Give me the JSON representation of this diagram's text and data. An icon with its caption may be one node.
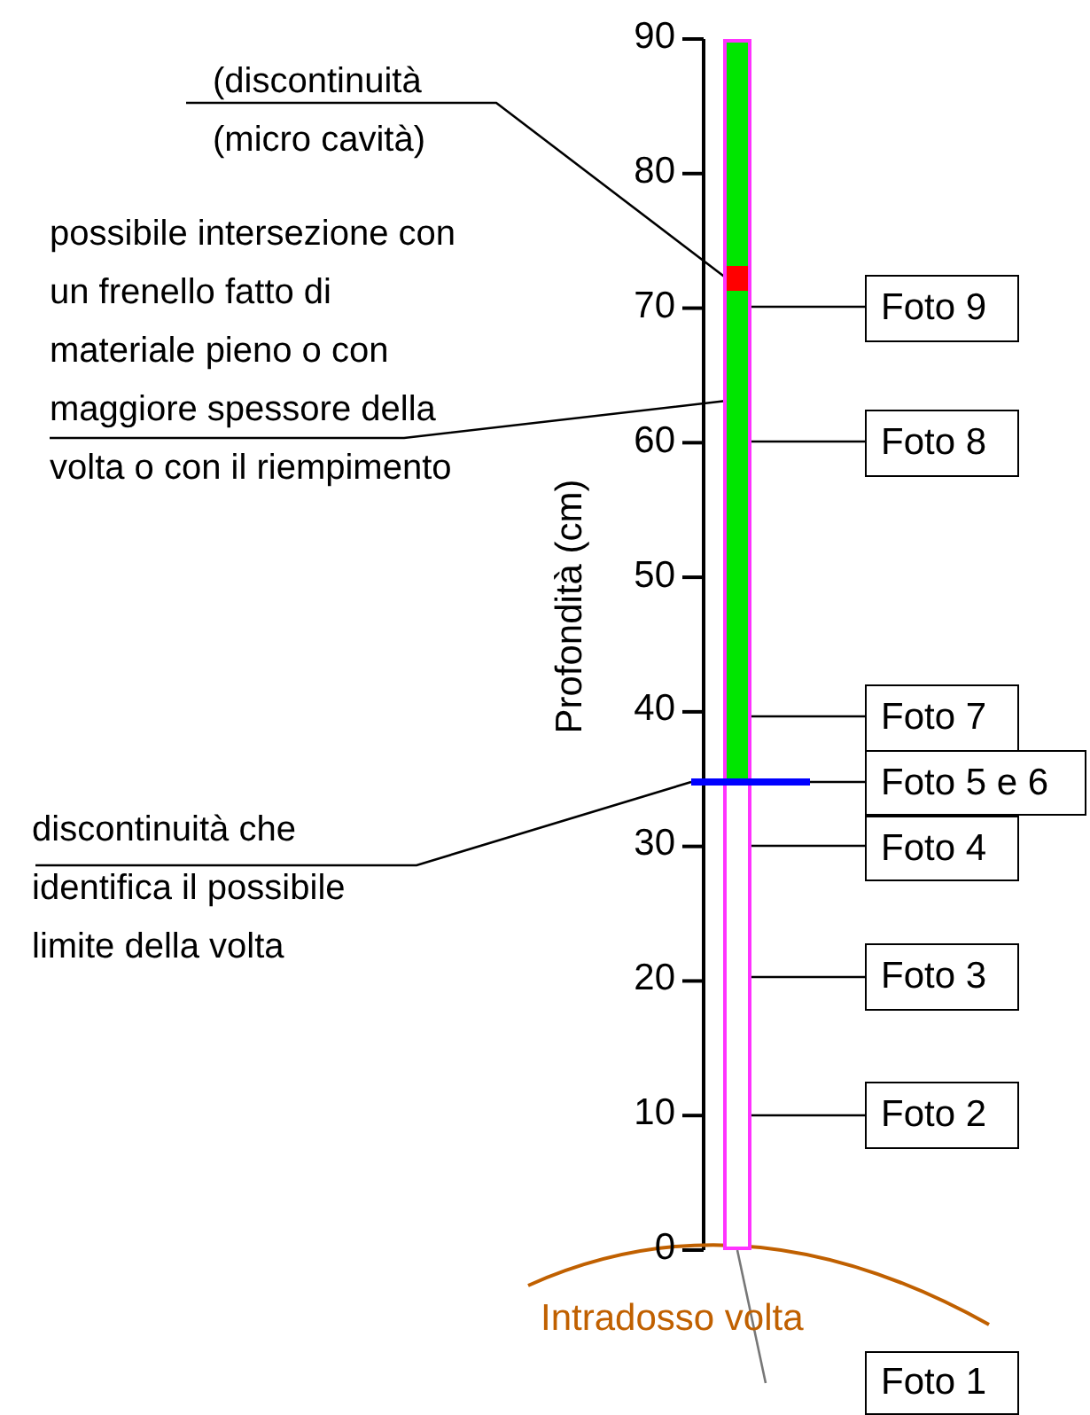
{
  "diagram": {
    "nodes": [
      {
        "text": [
          "(discontinuità (micro cavità)"
        ]
      },
      {
        "text": [
          "possibile intersezione con un frenello fatto di materiale pieno o con maggiore spessore della volta o con il riempimento"
        ]
      },
      {
        "text": [
          "discontinuità che identifica il possibile limite della volta"
        ]
      },
      {
        "text": [],
        "shape": "bar"
      },
      {
        "text": [],
        "shape": "bar",
        "in": 3
      },
      {
        "text": [],
        "shape": "bar",
        "in": 4
      },
      {
        "text": [],
        "shape": "bar"
      },
      {
        "text": [
          "Foto 9"
        ]
      },
      {
        "text": [
          "Foto 8"
        ]
      },
      {
        "text": [
          "Foto 7"
        ]
      },
      {
        "text": [
          "Foto 5 e 6"
        ]
      },
      {
        "text": [
          "Foto 4"
        ]
      },
      {
        "text": [
          "Foto 3"
        ]
      },
      {
        "text": [
          "Foto 2"
        ]
      },
      {
        "text": [
          "Foto 1"
        ]
      }
    ],
    "edges": [
      {
        "from": 0,
        "to": 5,
        "arrow": "none"
      },
      {
        "from": 1,
        "to": 4,
        "arrow": "none"
      },
      {
        "from": 2,
        "to": 6,
        "arrow": "none"
      },
      {
        "from": 4,
        "to": 7,
        "arrow": "none"
      },
      {
        "from": 4,
        "to": 8,
        "arrow": "none"
      },
      {
        "from": 4,
        "to": 9,
        "arrow": "none"
      },
      {
        "from": 6,
        "to": 10,
        "arrow": "none"
      },
      {
        "from": 3,
        "to": 11,
        "arrow": "none"
      },
      {
        "from": 3,
        "to": 12,
        "arrow": "none"
      },
      {
        "from": 3,
        "to": 13,
        "arrow": "none"
      },
      {
        "from": 3,
        "to": null,
        "arrow": "none",
        "color": "#777777"
      }
    ],
    "labels": [
      "90",
      "80",
      "70",
      "60",
      "50",
      "40",
      "30",
      "20",
      "10",
      "0",
      "Profondità (cm)",
      "Intradosso volta"
    ]
  }
}
